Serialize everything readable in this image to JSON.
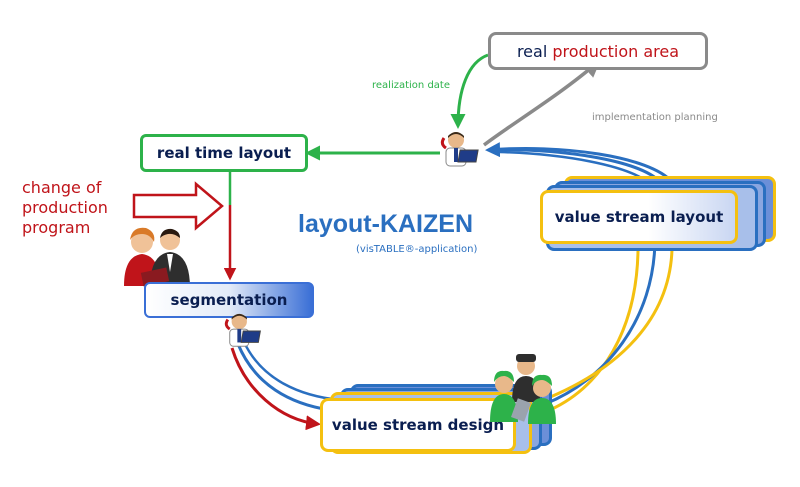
{
  "diagram": {
    "title": "layout-KAIZEN",
    "subtitle": "(visTABLE®-application)",
    "nodes": {
      "real_production_area": {
        "prefix": "real",
        "highlight": "production area"
      },
      "real_time_layout": "real time layout",
      "segmentation": "segmentation",
      "value_stream_layout": "value stream layout",
      "value_stream_design": "value stream design"
    },
    "edge_labels": {
      "realization_date": "realization date",
      "implementation_planning": "implementation planning"
    },
    "input_label": [
      "change of",
      "production",
      "program"
    ]
  },
  "colors": {
    "title_blue": "#2a6fc0",
    "dark_navy": "#0a1e50",
    "green": "#2db24a",
    "gray": "#8a8a8a",
    "red": "#c0141a",
    "blue": "#2a6fc0",
    "yellow": "#f4c010"
  },
  "icons": [
    "worker-at-laptop-icon",
    "team-people-icon",
    "workers-team-icon"
  ]
}
